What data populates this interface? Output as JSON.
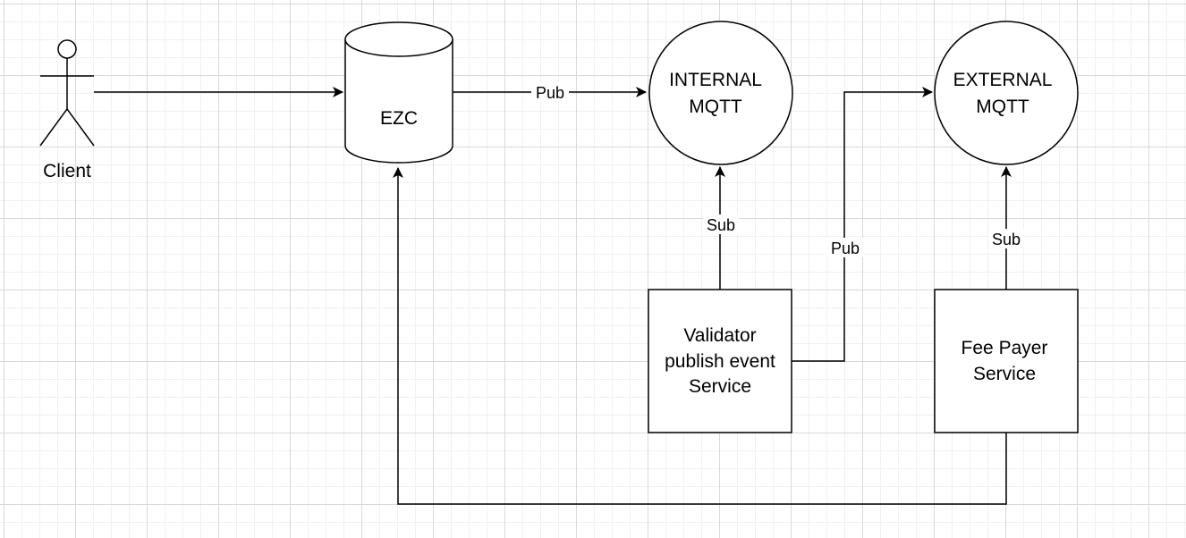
{
  "nodes": {
    "client": {
      "label": "Client"
    },
    "ezc": {
      "label": "EZC"
    },
    "internal_mqtt": {
      "line1": "INTERNAL",
      "line2": "MQTT"
    },
    "external_mqtt": {
      "line1": "EXTERNAL",
      "line2": "MQTT"
    },
    "validator": {
      "line1": "Validator",
      "line2": "publish event",
      "line3": "Service"
    },
    "fee_payer": {
      "line1": "Fee Payer",
      "line2": "Service"
    }
  },
  "edges": {
    "ezc_to_internal": {
      "label": "Pub"
    },
    "validator_to_internal": {
      "label": "Sub"
    },
    "validator_to_external": {
      "label": "Pub"
    },
    "feepayer_to_external": {
      "label": "Sub"
    }
  }
}
